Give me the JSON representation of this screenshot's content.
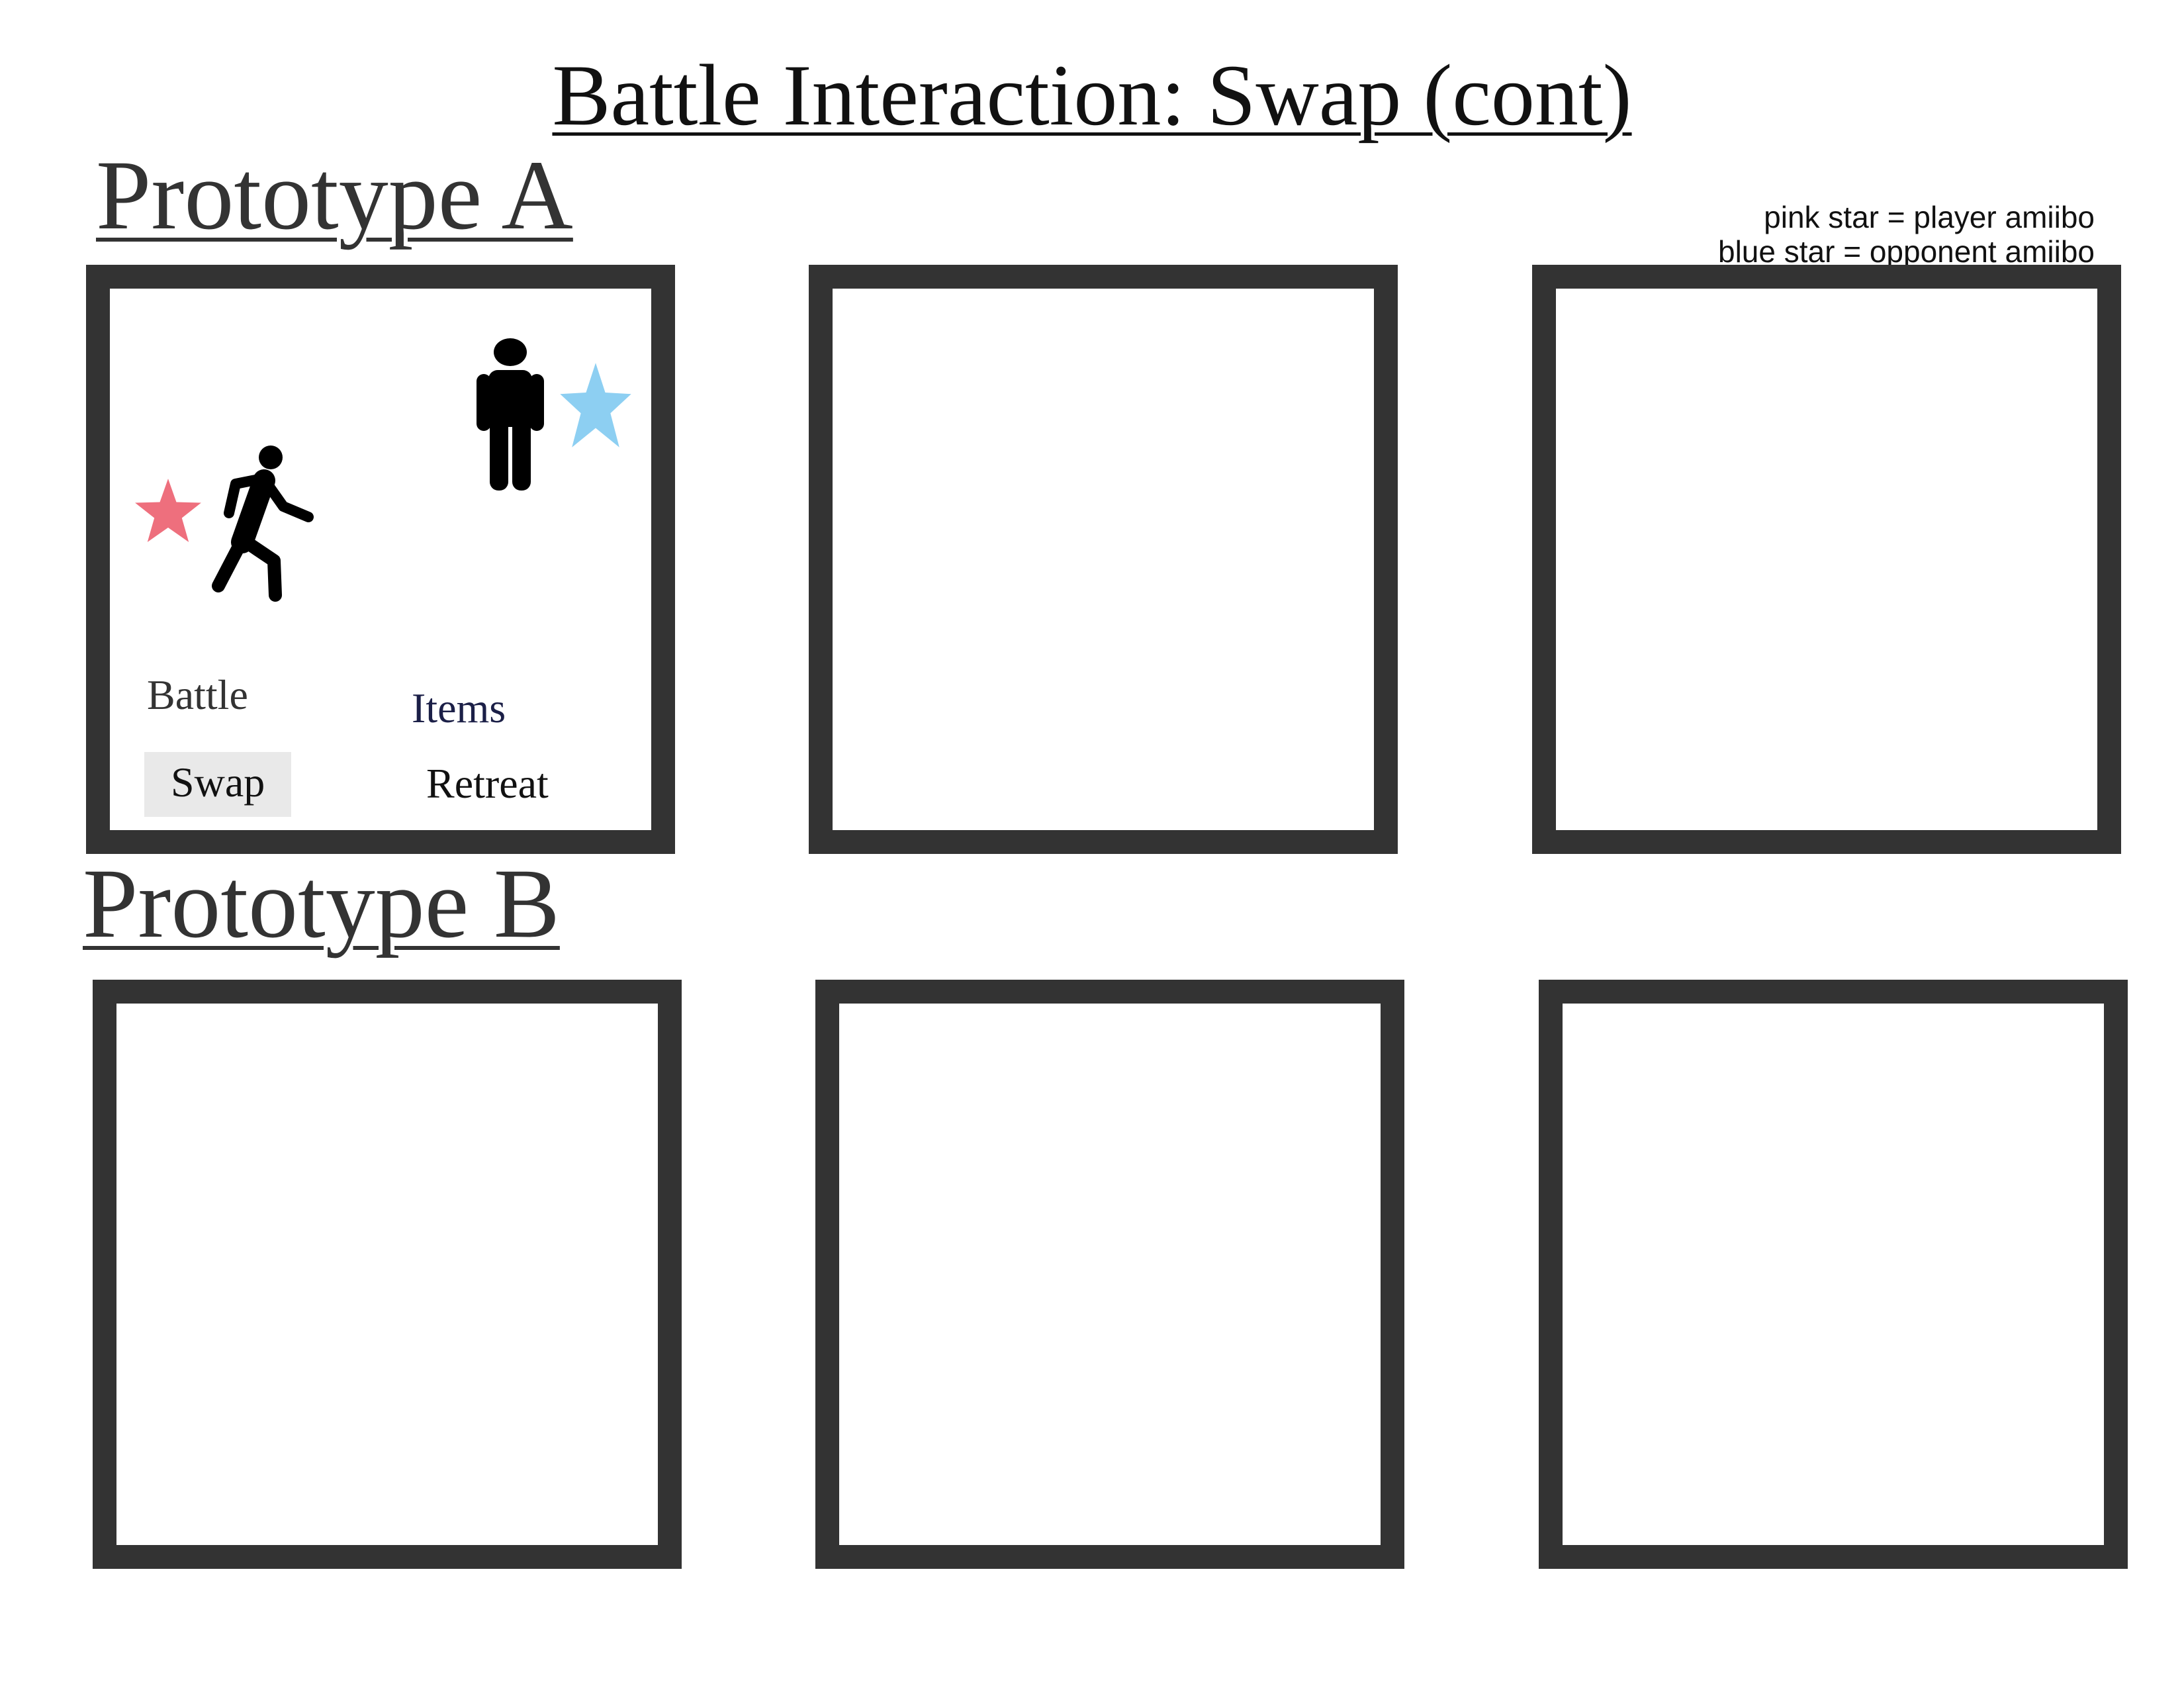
{
  "page": {
    "title": "Battle Interaction: Swap (cont)"
  },
  "prototype_a": {
    "heading": "Prototype A",
    "menu": {
      "battle": "Battle",
      "items": "Items",
      "swap": "Swap",
      "retreat": "Retreat"
    }
  },
  "prototype_b": {
    "heading": "Prototype B"
  },
  "legend": {
    "pink": "pink star = player amiibo",
    "blue": "blue star = opponent amiibo"
  },
  "colors": {
    "frame_border": "#333333",
    "player_star": "#ee6f7d",
    "opponent_star": "#8dcff2",
    "swap_highlight": "#e9e9e9",
    "items_text": "#1b1f47"
  },
  "icons": {
    "player_figure": "walking-person-icon",
    "opponent_figure": "standing-person-icon",
    "player_marker": "pink-star-icon",
    "opponent_marker": "blue-star-icon"
  }
}
